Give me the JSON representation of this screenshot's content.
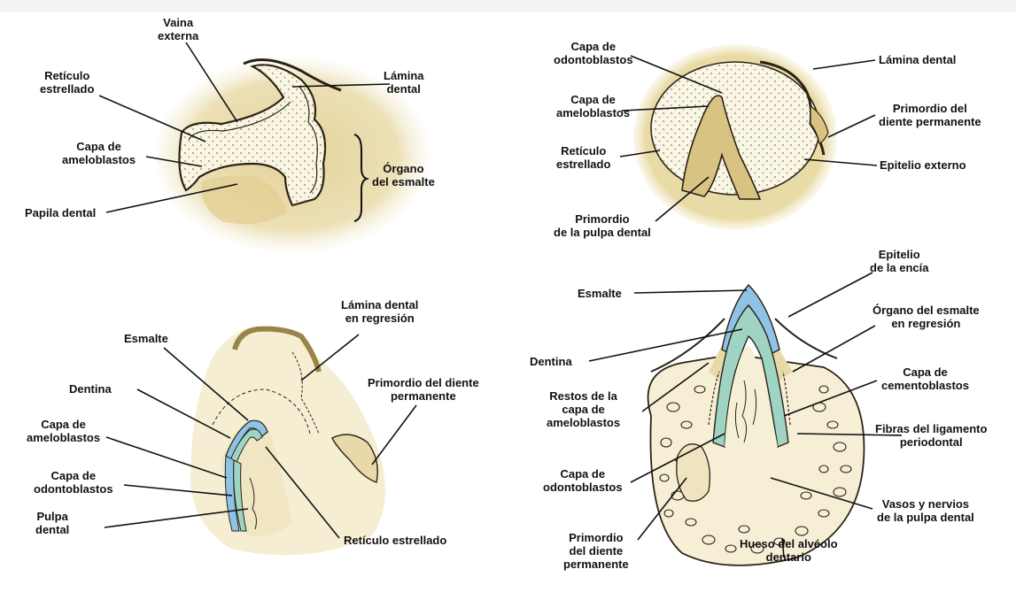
{
  "colors": {
    "tissue": "#e7d9a8",
    "tissue_light": "#f3ecd0",
    "organ_fill": "#f8f4e0",
    "enamel": "#8ec3e6",
    "dentin": "#9fd4c4",
    "outline": "#2a2216",
    "background": "#ffffff"
  },
  "panel_a": {
    "vaina_l1": "Vaina",
    "vaina_l2": "externa",
    "reticulo_l1": "Retículo",
    "reticulo_l2": "estrellado",
    "lamina_l1": "Lámina",
    "lamina_l2": "dental",
    "capa_l1": "Capa de",
    "capa_l2": "ameloblastos",
    "organo_l1": "Órgano",
    "organo_l2": "del esmalte",
    "papila": "Papila dental"
  },
  "panel_b": {
    "odonto_l1": "Capa de",
    "odonto_l2": "odontoblastos",
    "lamina": "Lámina dental",
    "amelo_l1": "Capa de",
    "amelo_l2": "ameloblastos",
    "primordio_l1": "Primordio del",
    "primordio_l2": "diente permanente",
    "reticulo_l1": "Retículo",
    "reticulo_l2": "estrellado",
    "epitelio": "Epitelio externo",
    "pulpa_l1": "Primordio",
    "pulpa_l2": "de la pulpa dental"
  },
  "panel_c": {
    "lamina_l1": "Lámina dental",
    "lamina_l2": "en regresión",
    "esmalte": "Esmalte",
    "dentina": "Dentina",
    "primordio_l1": "Primordio del diente",
    "primordio_l2": "permanente",
    "amelo_l1": "Capa de",
    "amelo_l2": "ameloblastos",
    "odonto_l1": "Capa de",
    "odonto_l2": "odontoblastos",
    "pulpa_l1": "Pulpa",
    "pulpa_l2": "dental",
    "reticulo": "Retículo estrellado"
  },
  "panel_d": {
    "epitelio_l1": "Epitelio",
    "epitelio_l2": "de la encía",
    "esmalte": "Esmalte",
    "organo_l1": "Órgano del esmalte",
    "organo_l2": "en regresión",
    "dentina": "Dentina",
    "cemento_l1": "Capa de",
    "cemento_l2": "cementoblastos",
    "restos_l1": "Restos de la",
    "restos_l2": "capa de",
    "restos_l3": "ameloblastos",
    "fibras_l1": "Fibras del ligamento",
    "fibras_l2": "periodontal",
    "odonto_l1": "Capa de",
    "odonto_l2": "odontoblastos",
    "vasos_l1": "Vasos y nervios",
    "vasos_l2": "de la pulpa dental",
    "primordio_l1": "Primordio",
    "primordio_l2": "del diente",
    "primordio_l3": "permanente",
    "hueso_l1": "Hueso del alvéolo",
    "hueso_l2": "dentario"
  }
}
